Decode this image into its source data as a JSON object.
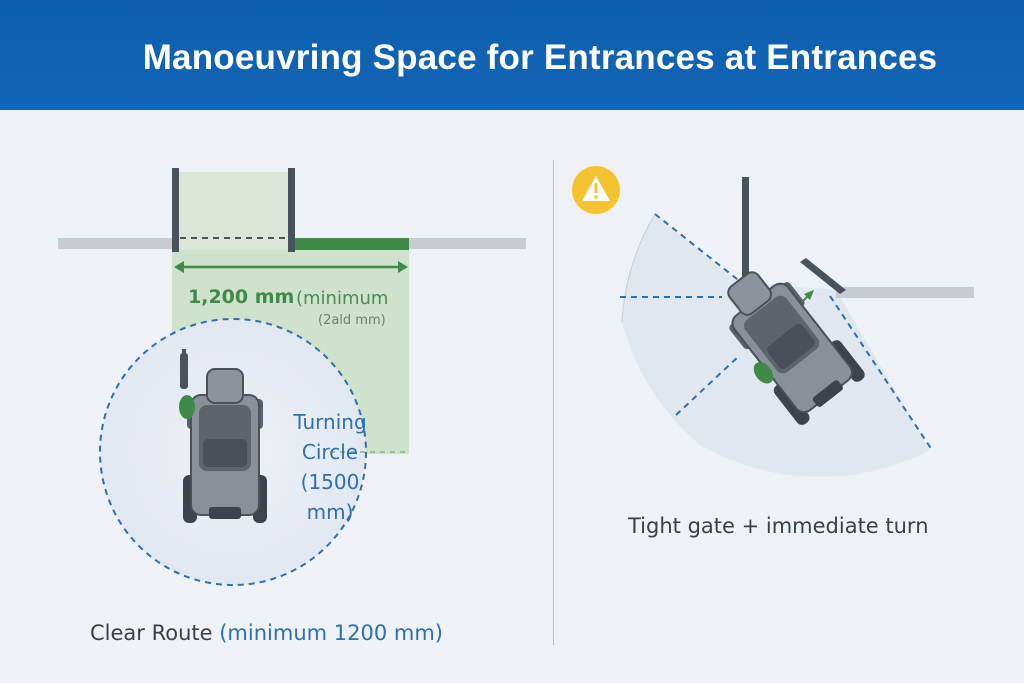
{
  "header": {
    "title": "Manoeuvring Space for Entrances at Entrances"
  },
  "left_panel": {
    "dimension_value": "1,200 mm",
    "dimension_note": "(minimum",
    "dimension_note_2": "(2ald mm)",
    "turning_circle_lines": [
      "Turning",
      "Circle",
      "(1500",
      "mm)"
    ],
    "caption_main": "Clear Route ",
    "caption_accent": "(minimum 1200 mm)"
  },
  "right_panel": {
    "caption": "Tight gate + immediate turn",
    "warning_icon": "warning-triangle-icon"
  },
  "colors": {
    "header_blue": "#1365b5",
    "green_zone": "#c9dfc3",
    "green_accent": "#3f8a48",
    "circle_blue": "#2f6fae",
    "warning_yellow": "#f4c430"
  }
}
